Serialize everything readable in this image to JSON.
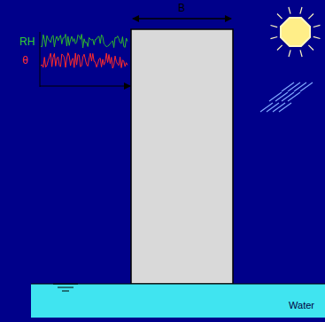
{
  "diagram": {
    "nodes": [
      {
        "text": [
          "Water"
        ]
      }
    ],
    "labels": [
      "B",
      "RH",
      "θ"
    ]
  }
}
